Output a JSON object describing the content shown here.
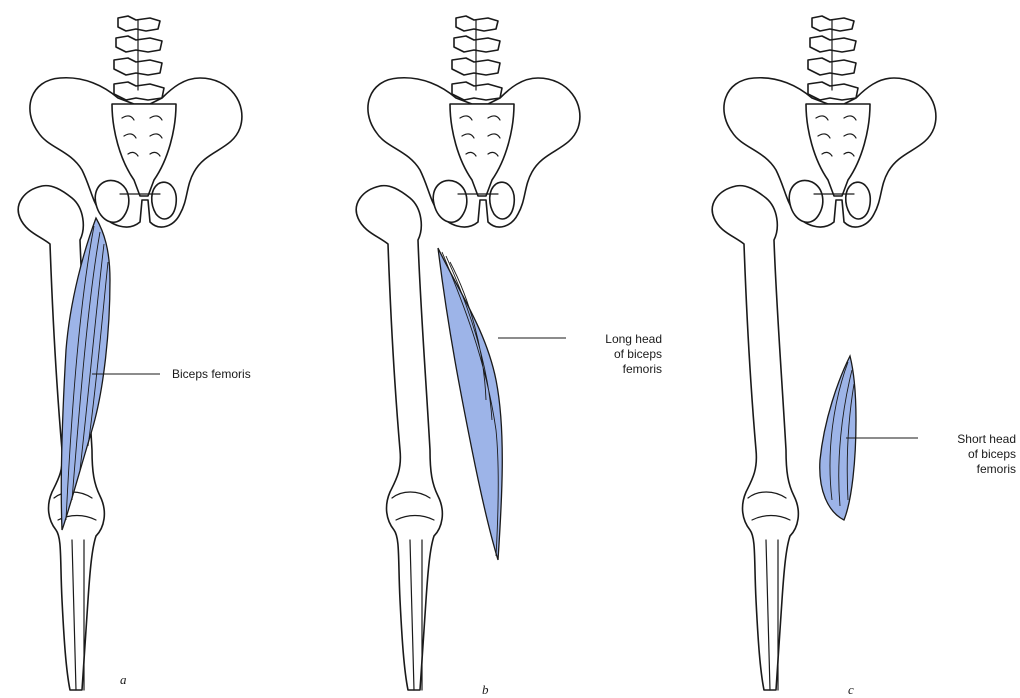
{
  "panels": [
    {
      "id": "a",
      "letter": "a",
      "label": "Biceps femoris"
    },
    {
      "id": "b",
      "letter": "b",
      "label": "Long head\nof biceps\nfemoris"
    },
    {
      "id": "c",
      "letter": "c",
      "label": "Short head\nof biceps\nfemoris"
    }
  ],
  "colors": {
    "muscle_fill": "#9db4e8",
    "outline": "#1a1a1a",
    "background": "#ffffff"
  }
}
